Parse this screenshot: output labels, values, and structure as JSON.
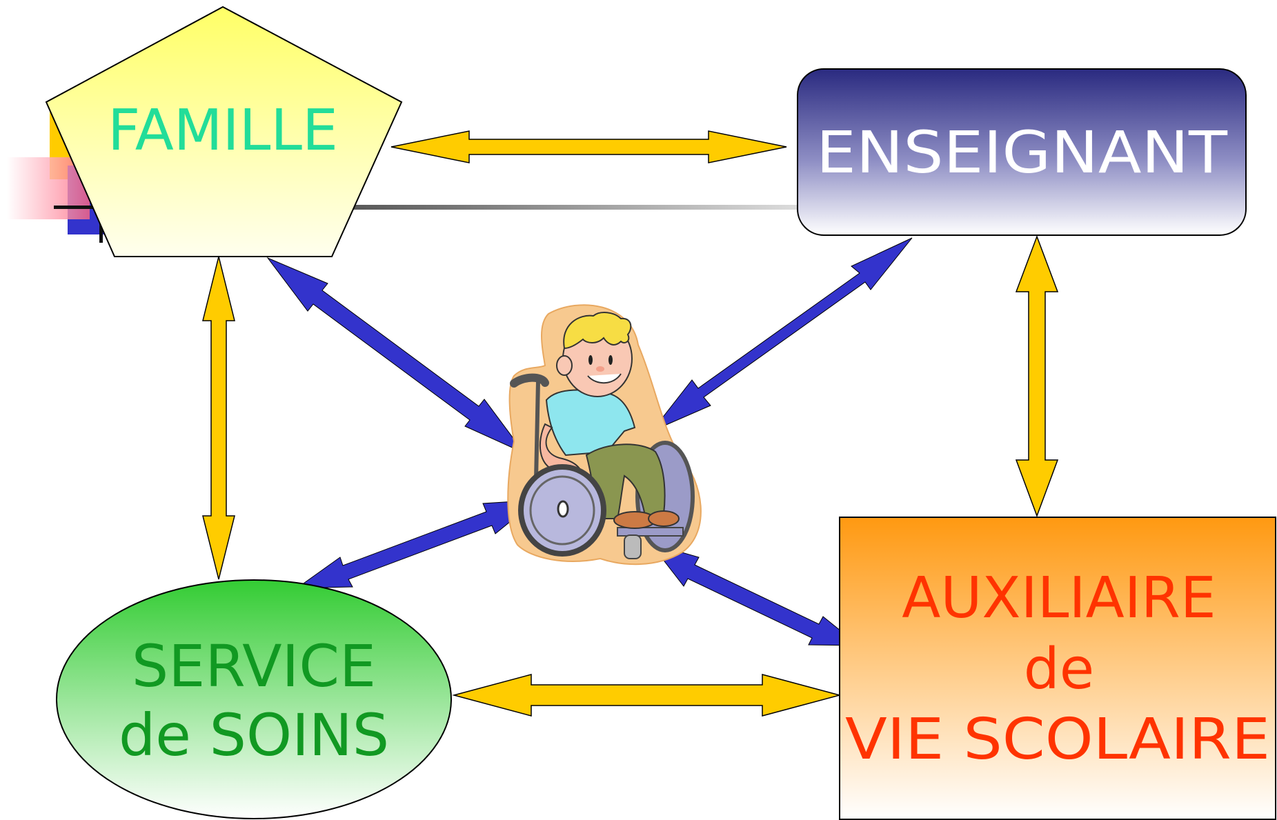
{
  "nodes": {
    "famille": {
      "label": "FAMILLE",
      "color": "#22dd99"
    },
    "enseignant": {
      "label": "ENSEIGNANT",
      "color": "#ffffff"
    },
    "service": {
      "line1": "SERVICE",
      "line2": "de SOINS",
      "color": "#119922"
    },
    "auxiliaire": {
      "line1": "AUXILIAIRE",
      "line2": "de",
      "line3": "VIE SCOLAIRE",
      "color": "#ff3300"
    }
  },
  "colors": {
    "yellow_arrow": "#ffcc00",
    "blue_arrow": "#3333cc"
  },
  "center_figure": "child-in-wheelchair"
}
